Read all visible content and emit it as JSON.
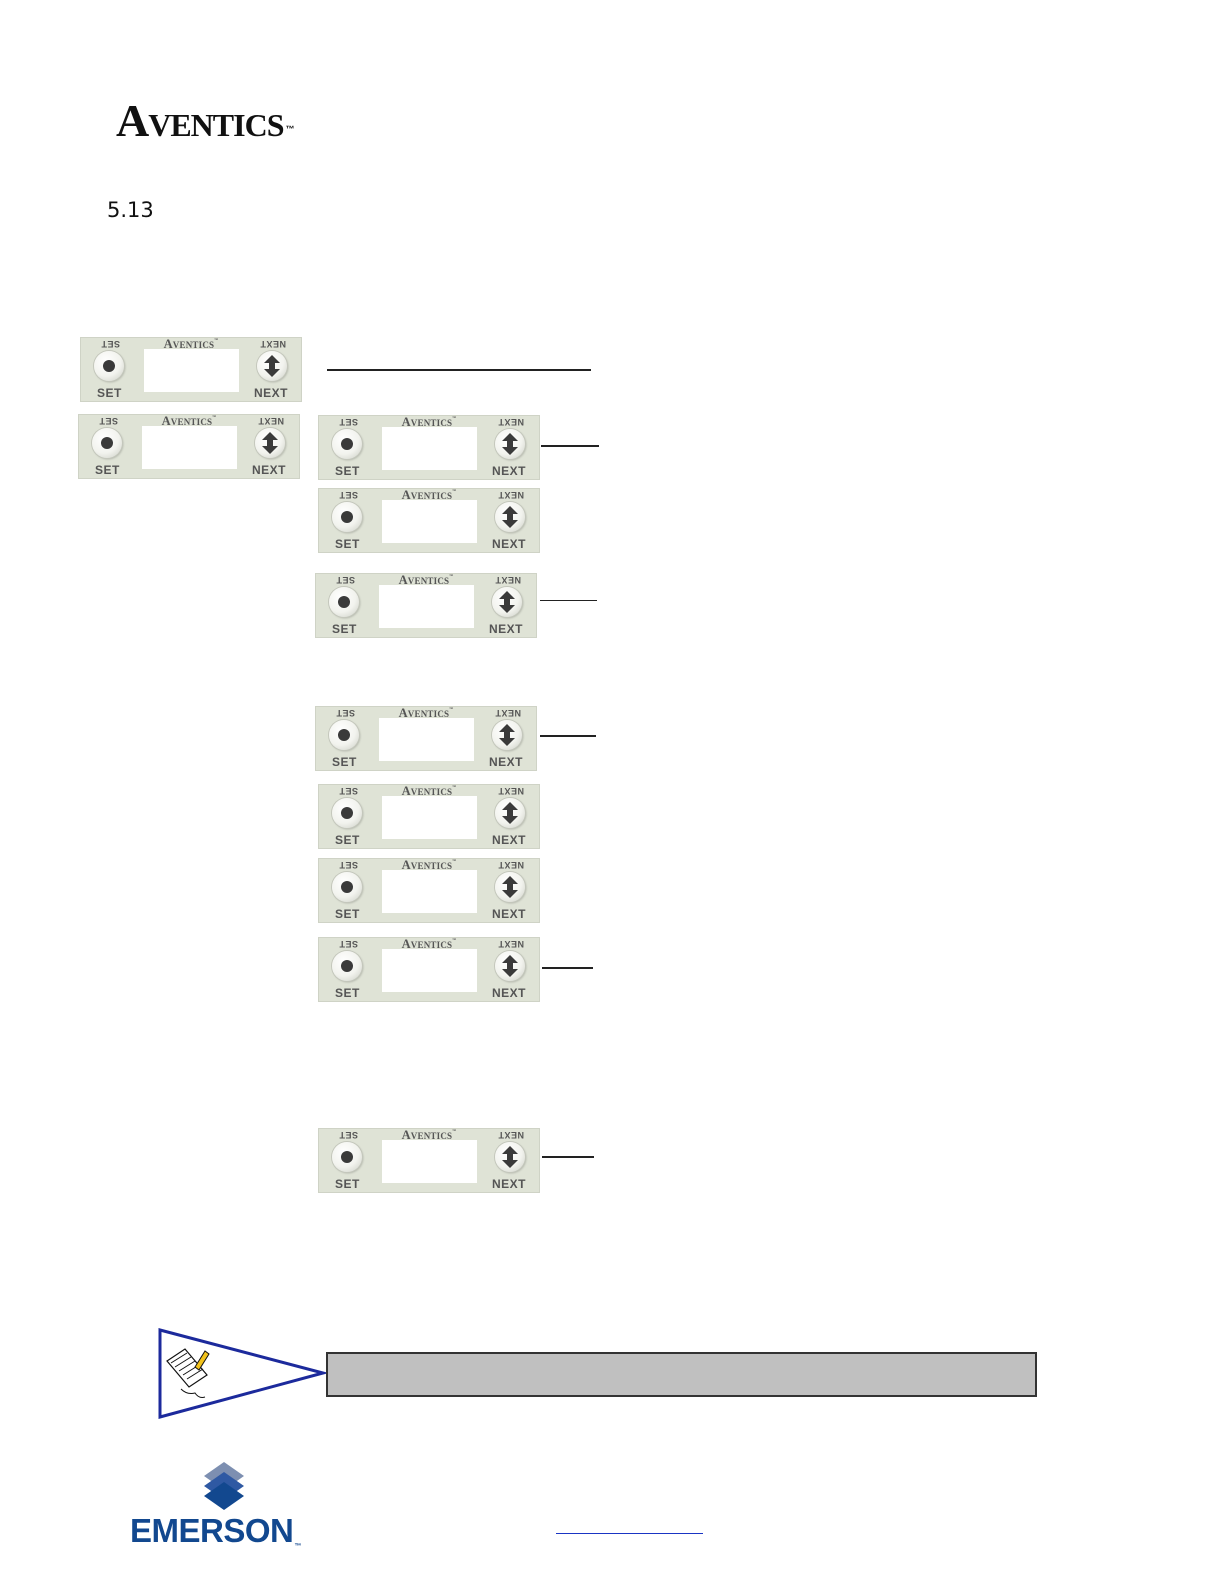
{
  "header": {
    "brand": "Aventics",
    "trademark": "™",
    "section_number": "5.13"
  },
  "panel": {
    "brand": "Aventics",
    "trademark": "™",
    "set_label": "SET",
    "next_label": "NEXT",
    "set_label_inverted": "SET",
    "next_label_inverted": "NEXT"
  },
  "displays": [
    {
      "id": "d1",
      "led_on": false
    },
    {
      "id": "d2",
      "led_on": false
    },
    {
      "id": "d3",
      "led_on": false
    },
    {
      "id": "d4",
      "led_on": false
    },
    {
      "id": "d5",
      "led_on": false
    },
    {
      "id": "d6",
      "led_on": false
    },
    {
      "id": "d7",
      "led_on": false
    },
    {
      "id": "d8",
      "led_on": false
    },
    {
      "id": "d9",
      "led_on": false
    },
    {
      "id": "d10",
      "led_on": false
    },
    {
      "id": "d11",
      "led_on": true
    }
  ],
  "colors": {
    "panel_bg": "#dfe3d6",
    "led_green": "#16e316",
    "note_bg": "#c0c0c0",
    "note_triangle": "#1c2a9c",
    "emerson_blue": "#12488f"
  },
  "footer": {
    "logo_text": "EMERSON",
    "trademark": "™"
  }
}
